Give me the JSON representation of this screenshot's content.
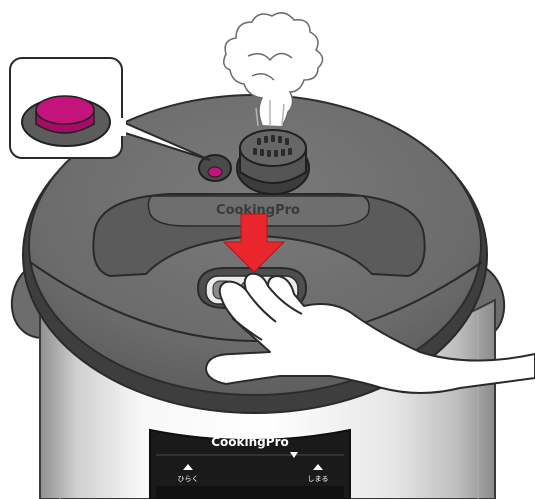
{
  "lid": {
    "brand_text": "CookingPro"
  },
  "control_panel": {
    "brand_text": "CookingPro",
    "left_button_label": "ひらく",
    "right_button_label": "しまる"
  },
  "colors": {
    "lid_gray": "#6e6e6e",
    "lid_dark": "#444444",
    "indicator_magenta": "#c4137c",
    "arrow_red": "#e8262b",
    "steel_light": "#f2f2f2",
    "steel_dark": "#9a9a9a",
    "panel_black": "#1a1a1a"
  },
  "icons": [
    "steam-icon",
    "down-arrow-icon",
    "hand-illustration",
    "pressure-indicator-callout",
    "triangle-up-icon",
    "triangle-down-icon"
  ]
}
